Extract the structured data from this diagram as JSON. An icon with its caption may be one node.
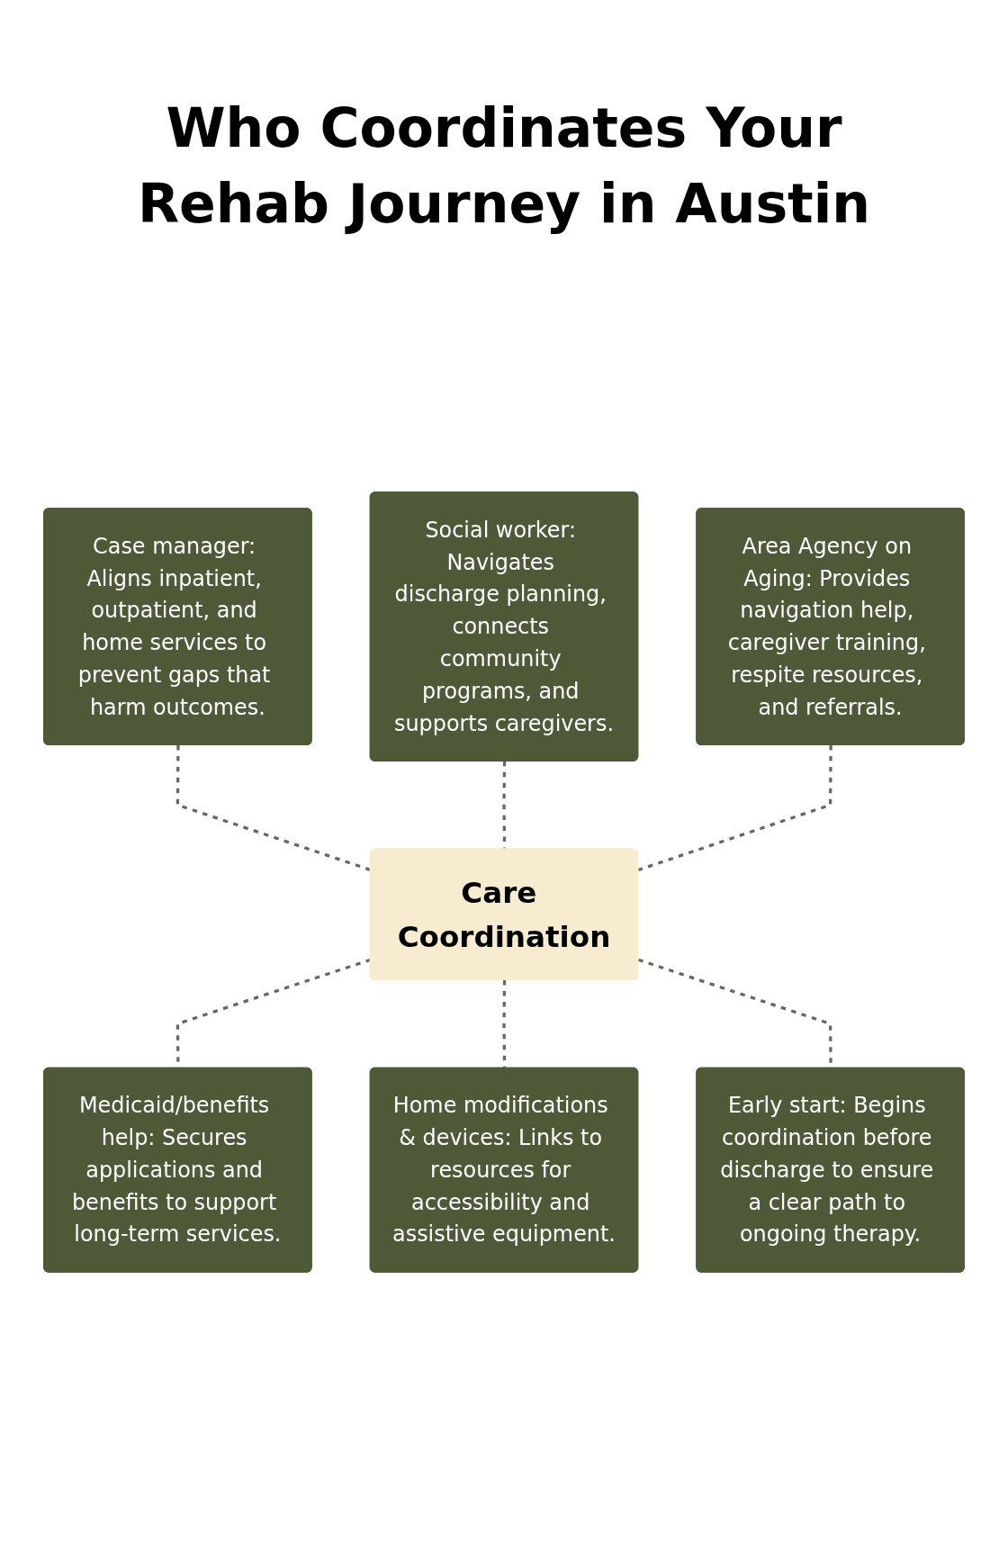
{
  "diagram": {
    "title": "Who Coordinates Your Rehab Journey in Austin",
    "nodes": [
      {
        "text": [
          "Case manager: Aligns inpatient, outpatient, and home services to prevent gaps that harm outcomes."
        ]
      },
      {
        "text": [
          "Social worker: Navigates discharge planning, connects community programs, and supports caregivers."
        ]
      },
      {
        "text": [
          "Area Agency on Aging: Provides navigation help, caregiver training, respite resources, and referrals."
        ]
      },
      {
        "text": [
          "Care Coordination"
        ]
      },
      {
        "text": [
          "Medicaid/benefits help: Secures applications and benefits to support long-term services."
        ]
      },
      {
        "text": [
          "Home modifications & devices: Links to resources for accessibility and assistive equipment."
        ]
      },
      {
        "text": [
          "Early start: Begins coordination before discharge to ensure a clear path to ongoing therapy."
        ]
      }
    ],
    "edges": [
      {
        "from": 0,
        "to": 3,
        "arrow": "none",
        "style": "dashed"
      },
      {
        "from": 1,
        "to": 3,
        "arrow": "none",
        "style": "dashed"
      },
      {
        "from": 2,
        "to": 3,
        "arrow": "none",
        "style": "dashed"
      },
      {
        "from": 3,
        "to": 4,
        "arrow": "none",
        "style": "dashed"
      },
      {
        "from": 3,
        "to": 5,
        "arrow": "none",
        "style": "dashed"
      },
      {
        "from": 3,
        "to": 6,
        "arrow": "none",
        "style": "dashed"
      }
    ]
  }
}
